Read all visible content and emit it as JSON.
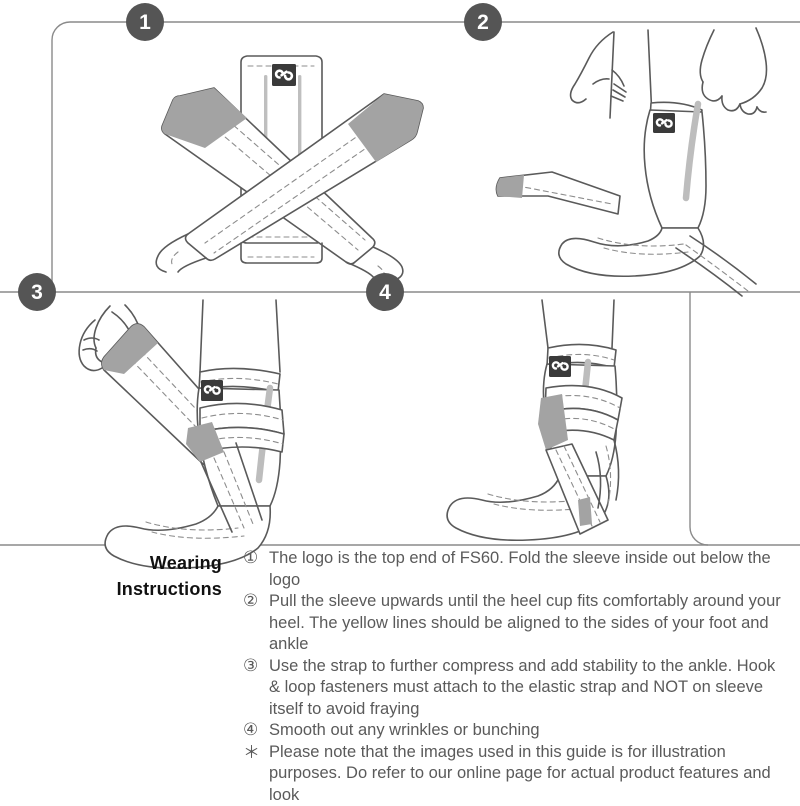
{
  "document": {
    "title": "Wearing Instructions",
    "product_code": "FS60"
  },
  "panels": [
    {
      "number": "1",
      "caption_id": "step-1",
      "illustration": "ankle-sleeve-flat-with-crossed-strap"
    },
    {
      "number": "2",
      "caption_id": "step-2",
      "illustration": "hands-pulling-sleeve-onto-foot"
    },
    {
      "number": "3",
      "caption_id": "step-3",
      "illustration": "hand-pulling-strap-across-ankle"
    },
    {
      "number": "4",
      "caption_id": "step-4",
      "illustration": "finished-sleeve-with-wrapped-strap"
    }
  ],
  "heading": {
    "line1": "Wearing",
    "line2": "Instructions"
  },
  "instructions": [
    {
      "marker": "①",
      "text": "The logo is the top end of FS60. Fold the sleeve inside out below the logo"
    },
    {
      "marker": "②",
      "text": "Pull the sleeve upwards until the heel cup fits comfortably around your heel. The yellow lines should be aligned to the sides of your foot and ankle"
    },
    {
      "marker": "③",
      "text": "Use the strap to further compress and add stability to the ankle. Hook & loop fasteners must attach to the elastic strap and NOT on sleeve itself  to avoid fraying"
    },
    {
      "marker": "④",
      "text": "Smooth out any wrinkles or bunching"
    }
  ],
  "footnote": {
    "marker": "＊",
    "text": "Please note that the images used in this guide is for illustration purposes. Do refer to our online page for actual product features and look"
  },
  "colors": {
    "line": "#6b6b6b",
    "badge_fill": "#555555",
    "badge_text": "#ffffff",
    "strap_gray": "#a3a3a3",
    "logo_fill": "#3a3a3a",
    "text": "#5a5a5a",
    "heading_text": "#111111",
    "background": "#ffffff"
  }
}
